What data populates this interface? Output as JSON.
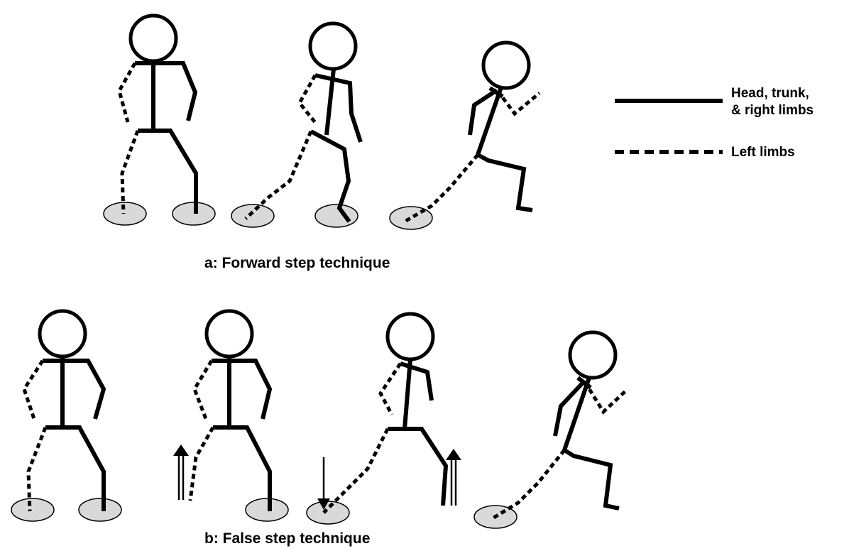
{
  "legend": {
    "solid_label_line1": "Head, trunk,",
    "solid_label_line2": "& right limbs",
    "dashed_label": "Left limbs"
  },
  "panel_a": {
    "caption": "a: Forward step technique"
  },
  "panel_b": {
    "caption": "b: False step technique"
  }
}
